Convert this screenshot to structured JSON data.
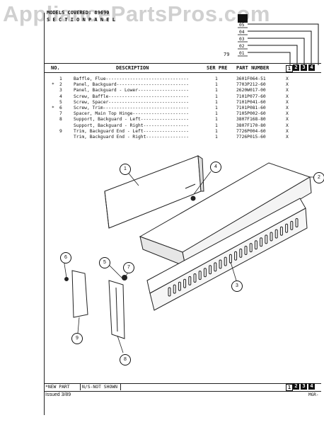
{
  "watermark": "AppliancePartsPros.com",
  "models_label": "MODELS COVERED: 89690",
  "section_label": "S E C T I O N   P A N E L",
  "revision_codes": [
    "05",
    "04",
    "03",
    "02",
    "01"
  ],
  "revision_number": "79",
  "column_boxes": [
    "1",
    "2",
    "3",
    "4"
  ],
  "header": {
    "no": "NO.",
    "description": "DESCRIPTION",
    "ser_pre": "SER PRE",
    "part_number": "PART NUMBER"
  },
  "parts": [
    {
      "no": "1",
      "star": "",
      "desc": "Baffle, Flue-------------------------------",
      "qty": "1",
      "part": "3601F064-51",
      "x": "X"
    },
    {
      "no": "2",
      "star": "*",
      "desc": "Panel, Backguard---------------------------",
      "qty": "1",
      "part": "7703P212-60",
      "x": "X"
    },
    {
      "no": "3",
      "star": "",
      "desc": "Panel, Backguard - Lower-------------------",
      "qty": "1",
      "part": "2620W017-00",
      "x": "X"
    },
    {
      "no": "4",
      "star": "",
      "desc": "Screw, Baffle------------------------------",
      "qty": "1",
      "part": "7101P077-60",
      "x": "X"
    },
    {
      "no": "5",
      "star": "",
      "desc": "Screw, Spacer------------------------------",
      "qty": "1",
      "part": "7101P041-60",
      "x": "X"
    },
    {
      "no": "6",
      "star": "*",
      "desc": "Screw, Trim--------------------------------",
      "qty": "1",
      "part": "7101P081-60",
      "x": "X"
    },
    {
      "no": "7",
      "star": "",
      "desc": "Spacer, Main Top Hinge---------------------",
      "qty": "1",
      "part": "7105P002-60",
      "x": "X"
    },
    {
      "no": "8",
      "star": "",
      "desc": "Support, Backguard - Left------------------",
      "qty": "1",
      "part": "3807F168-80",
      "x": "X"
    },
    {
      "no": "",
      "star": "",
      "desc": "Support, Backguard - Right-----------------",
      "qty": "1",
      "part": "3807F170-80",
      "x": "X"
    },
    {
      "no": "9",
      "star": "",
      "desc": "Trim, Backguard End - Left-----------------",
      "qty": "1",
      "part": "7726P004-60",
      "x": "X"
    },
    {
      "no": "",
      "star": "",
      "desc": "Trim, Backguard End - Right----------------",
      "qty": "1",
      "part": "7726P015-60",
      "x": "X"
    }
  ],
  "callouts": [
    "1",
    "2",
    "3",
    "4",
    "5",
    "6",
    "7",
    "8",
    "9"
  ],
  "footer": {
    "new_part": "*NEW PART",
    "not_shown": "N/S-NOT SHOWN",
    "issued": "Issued 3/89",
    "code": "MGR-"
  }
}
